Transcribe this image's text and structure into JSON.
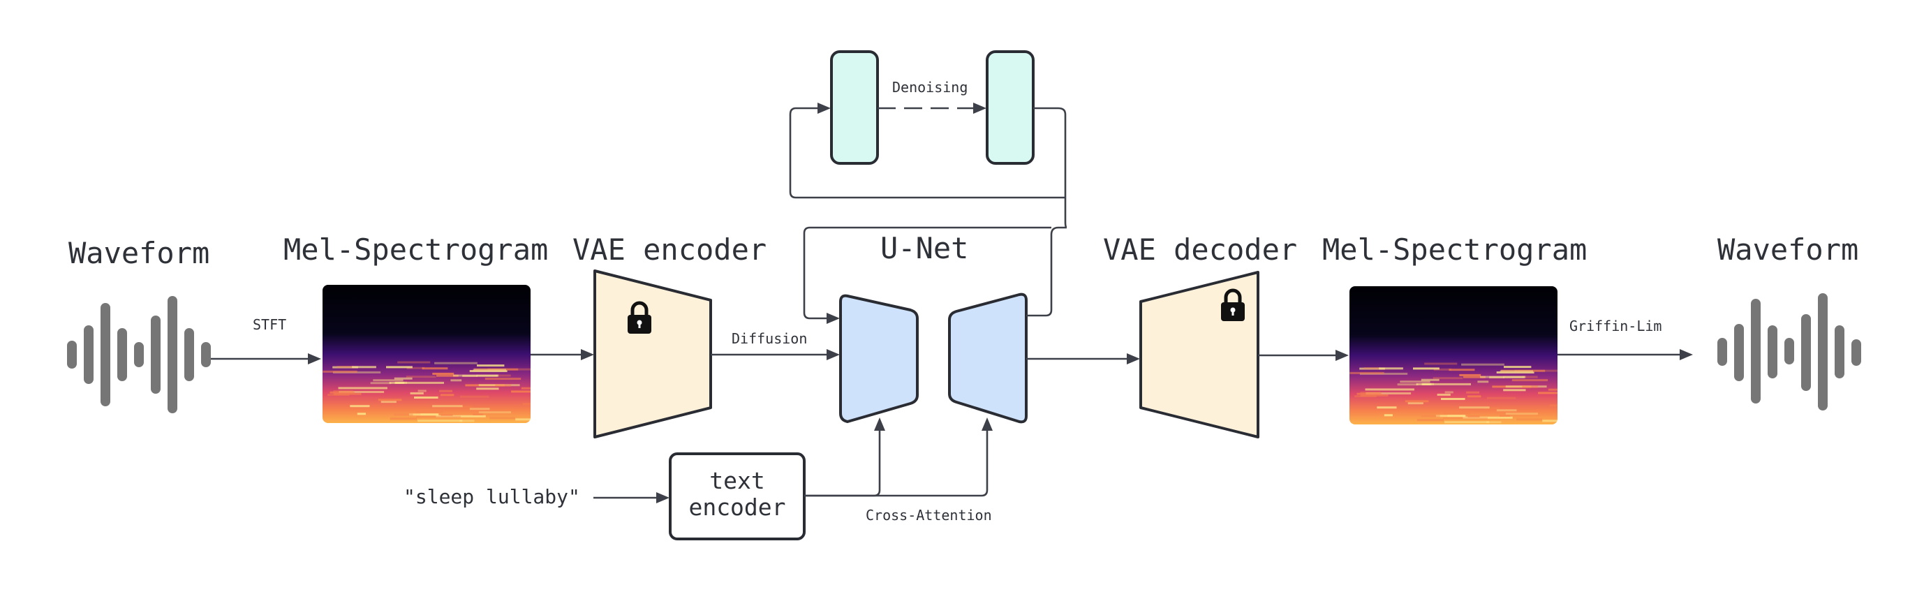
{
  "labels": {
    "input_waveform": "Waveform",
    "input_spectrogram": "Mel-Spectrogram",
    "vae_encoder": "VAE encoder",
    "unet": "U-Net",
    "vae_decoder": "VAE decoder",
    "output_spectrogram": "Mel-Spectrogram",
    "output_waveform": "Waveform",
    "stft": "STFT",
    "diffusion": "Diffusion",
    "denoising": "Denoising",
    "griffin_lim": "Griffin-Lim",
    "prompt": "\"sleep lullaby\"",
    "text_encoder_line1": "text",
    "text_encoder_line2": "encoder",
    "cross_attention": "Cross-Attention"
  },
  "icons": {
    "encoder_lock": "lock-icon",
    "decoder_lock": "lock-icon",
    "waveform": "waveform-icon"
  },
  "colors": {
    "vae_fill": "#fdf1d9",
    "unet_fill": "#cfe2fb",
    "denoise_fill": "#d8f8f2",
    "stroke": "#2a2c33",
    "waveform": "#767676",
    "spectrogram_low": "#000004",
    "spectrogram_mid": "#7c1d6f",
    "spectrogram_high": "#fca50a"
  }
}
